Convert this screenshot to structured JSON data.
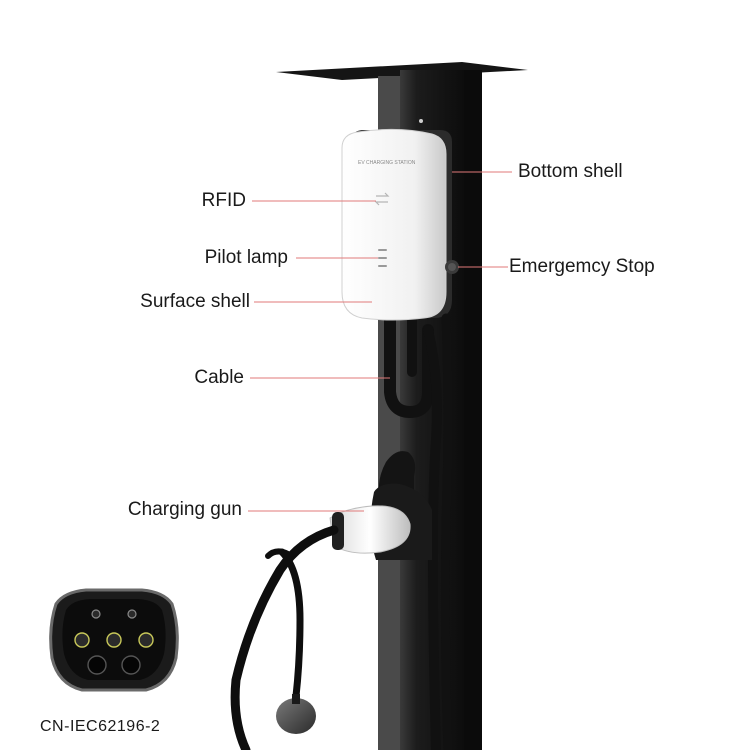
{
  "device": {
    "panel_text": "EV CHARGING STATION"
  },
  "labels": {
    "rfid": "RFID",
    "pilot_lamp": "Pilot lamp",
    "surface_shell": "Surface shell",
    "cable": "Cable",
    "charging_gun": "Charging gun",
    "bottom_shell": "Bottom shell",
    "emergency_stop": "Emergemcy Stop"
  },
  "connector": {
    "standard": "CN-IEC62196-2"
  },
  "colors": {
    "leader_line": "#e07a7a",
    "post": "#141414",
    "shell_white": "#f2f2f2"
  }
}
